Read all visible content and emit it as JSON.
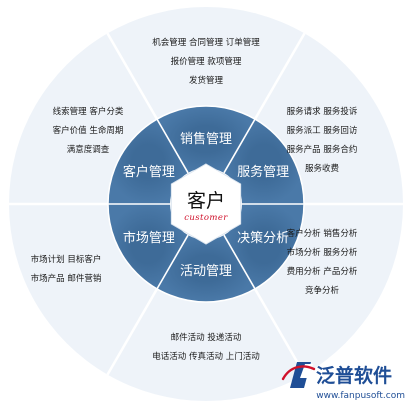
{
  "center": {
    "title": "客户",
    "subtitle": "customer"
  },
  "segments": [
    {
      "label": "销售管理"
    },
    {
      "label": "服务管理"
    },
    {
      "label": "决策分析"
    },
    {
      "label": "活动管理"
    },
    {
      "label": "市场管理"
    },
    {
      "label": "客户管理"
    }
  ],
  "outer_groups": [
    {
      "lines": [
        "机会管理  合同管理  订单管理",
        "报价管理  款项管理",
        "发货管理"
      ]
    },
    {
      "lines": [
        "服务请求  服务投诉",
        "服务派工  服务回访",
        "服务产品  服务合约",
        "服务收费"
      ]
    },
    {
      "lines": [
        "客户分析  销售分析",
        "市场分析  服务分析",
        "费用分析  产品分析",
        "竞争分析"
      ]
    },
    {
      "lines": [
        "邮件活动  投递活动",
        "电话活动  传真活动  上门活动"
      ]
    },
    {
      "lines": [
        "市场计划  目标客户",
        "市场产品  邮件营销"
      ]
    },
    {
      "lines": [
        "线索管理  客户分类",
        "客户价值  生命周期",
        "满意度调查"
      ]
    }
  ],
  "brand": {
    "name": "泛普软件",
    "url": "www.fanpusoft.com"
  },
  "colors": {
    "segment": "#4a79a8",
    "segment_dark": "#3e6b98",
    "outer": "#eef3f9",
    "divider": "#ffffff",
    "accent": "#d0112b",
    "brand": "#1f4e96"
  }
}
